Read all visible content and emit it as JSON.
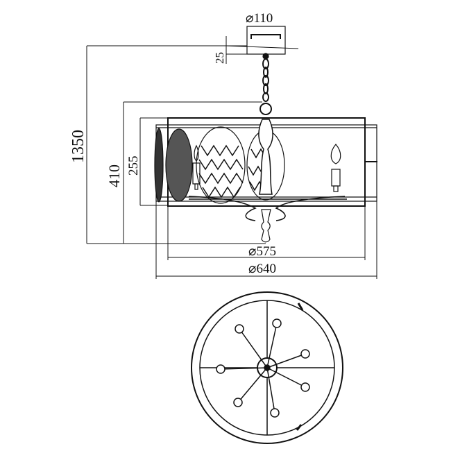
{
  "dimensions": {
    "canopy_diameter": "⌀110",
    "canopy_height": "25",
    "total_height": "1350",
    "body_height": "410",
    "shade_height": "255",
    "inner_diameter": "⌀575",
    "outer_diameter": "⌀640"
  },
  "colors": {
    "line": "#111111",
    "background": "#ffffff"
  }
}
